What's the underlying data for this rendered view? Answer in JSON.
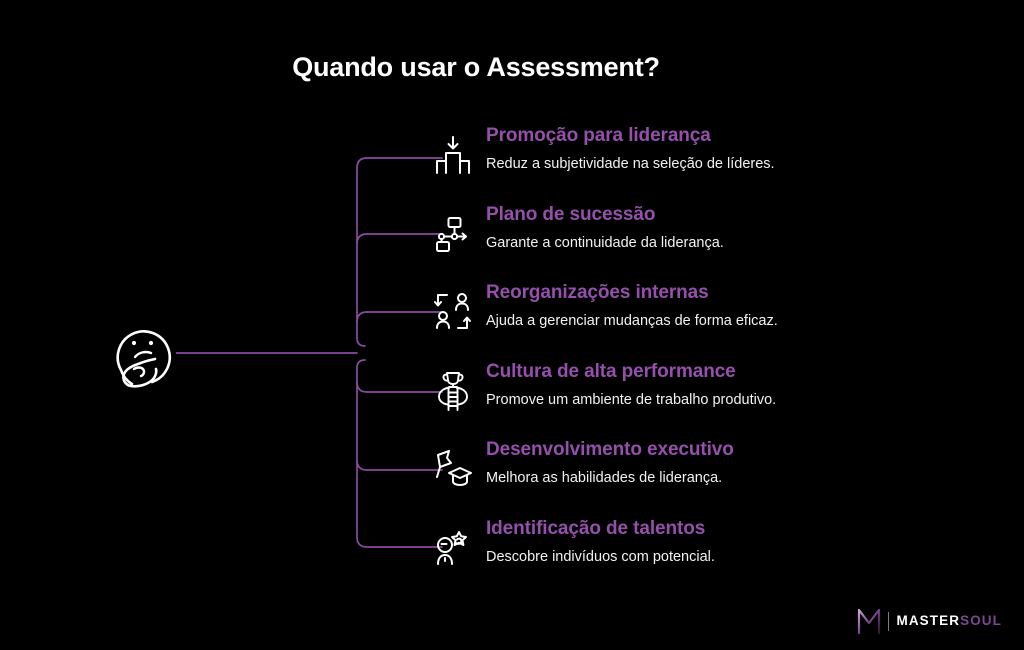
{
  "slide": {
    "background_color": "#000000",
    "title": "Quando usar o Assessment?",
    "accent_color": "#9450ab",
    "connector_color": "#8c4aa3",
    "text_color": "#f2f2f2"
  },
  "root_node": {
    "icon": "thinking-face-icon",
    "label": ""
  },
  "items": [
    {
      "icon": "podium-down-arrow-icon",
      "title": "Promoção para liderança",
      "desc": "Reduz a subjetividade na seleção de líderes."
    },
    {
      "icon": "org-chart-flow-icon",
      "title": "Plano de sucessão",
      "desc": "Garante a continuidade da liderança."
    },
    {
      "icon": "people-swap-arrows-icon",
      "title": "Reorganizações internas",
      "desc": "Ajuda a gerenciar mudanças de forma eficaz."
    },
    {
      "icon": "trophy-ladder-icon",
      "title": "Cultura de alta performance",
      "desc": "Promove um ambiente de trabalho produtivo."
    },
    {
      "icon": "flag-graduation-cap-icon",
      "title": "Desenvolvimento executivo",
      "desc": "Melhora as habilidades de liderança."
    },
    {
      "icon": "person-star-badge-icon",
      "title": "Identificação de talentos",
      "desc": "Descobre indivíduos com potencial."
    }
  ],
  "logo": {
    "mark": "m-monogram-icon",
    "primary": "MASTER",
    "secondary": "SOUL",
    "primary_color": "#ffffff",
    "secondary_color": "#7b4a8e"
  }
}
